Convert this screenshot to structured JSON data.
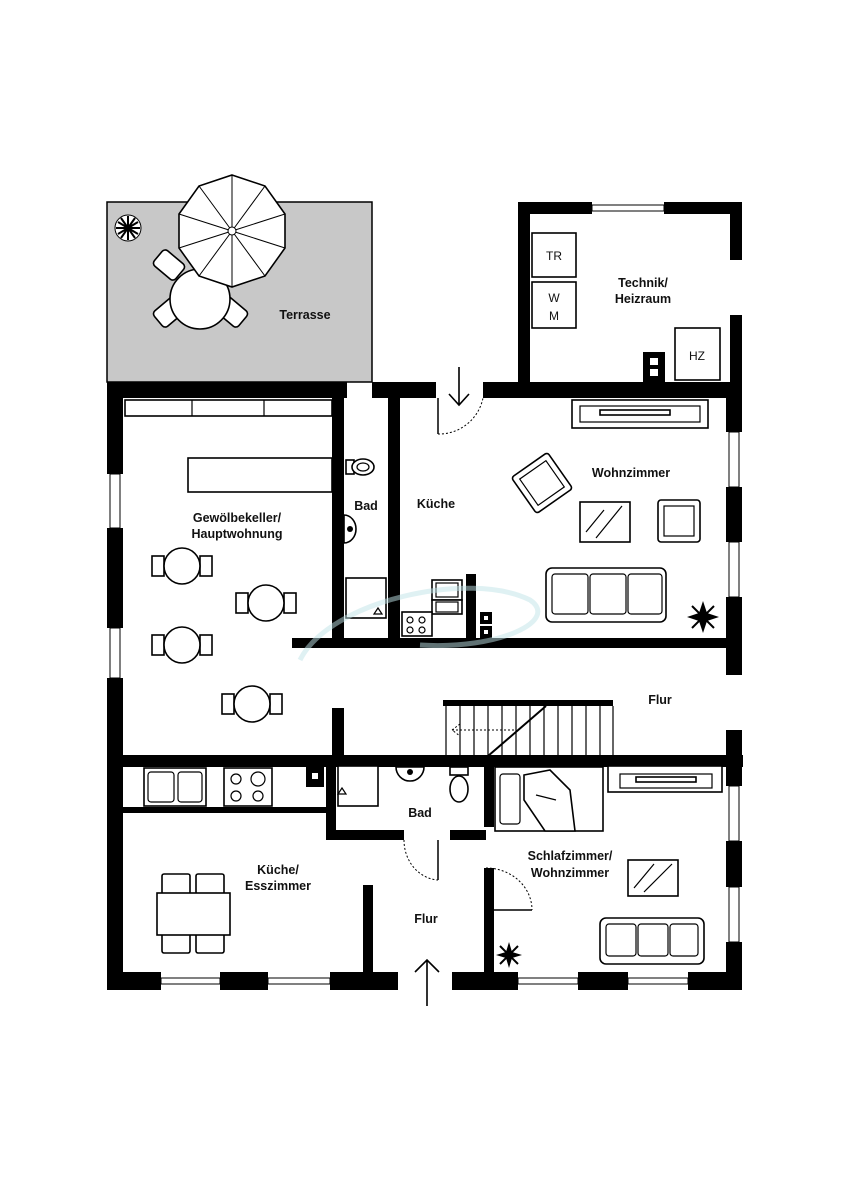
{
  "rooms": {
    "terrasse": "Terrasse",
    "technik_1": "Technik/",
    "technik_2": "Heizraum",
    "gewoelbe_1": "Gewölbekeller/",
    "gewoelbe_2": "Hauptwohnung",
    "bad_top": "Bad",
    "kueche_top": "Küche",
    "wohnzimmer": "Wohnzimmer",
    "flur_mid": "Flur",
    "kueche_esszimmer_1": "Küche/",
    "kueche_esszimmer_2": "Esszimmer",
    "bad_bottom": "Bad",
    "flur_bottom": "Flur",
    "schlafzimmer_1": "Schlafzimmer/",
    "schlafzimmer_2": "Wohnzimmer"
  },
  "fixtures": {
    "dryer": "TR",
    "washer_1": "W",
    "washer_2": "M",
    "heating": "HZ"
  },
  "colors": {
    "wall": "#000000",
    "terrace": "#c8c8c8",
    "background": "#ffffff",
    "watermark": "#bfe3e8"
  }
}
